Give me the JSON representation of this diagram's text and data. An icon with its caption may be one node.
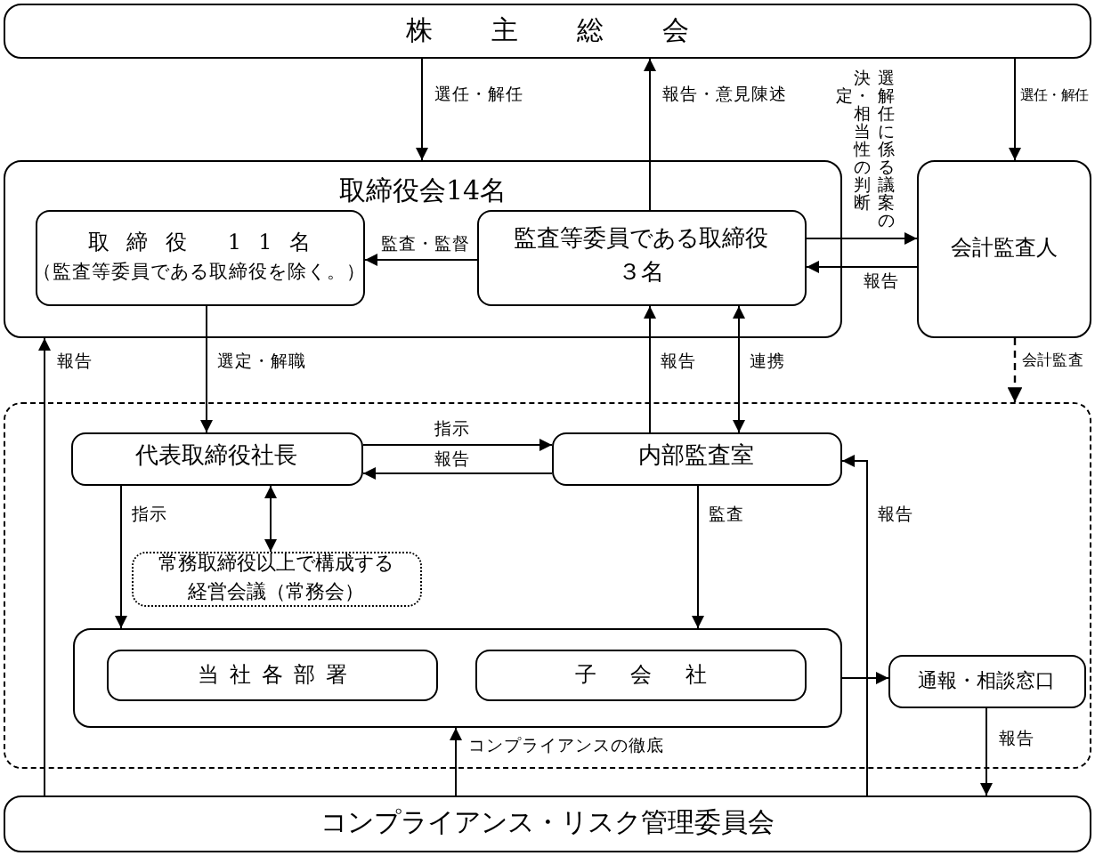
{
  "diagram": {
    "nodes": [
      {
        "text": [
          "株主総会"
        ]
      },
      {
        "text": [
          "取締役会14名"
        ]
      },
      {
        "text": [
          "取締役 11名",
          "（監査等委員である取締役を除く。）"
        ],
        "in": 1
      },
      {
        "text": [
          "監査等委員である取締役",
          "３名"
        ],
        "in": 1
      },
      {
        "text": [
          "会計監査人"
        ]
      },
      {
        "text": [],
        "shape": "box"
      },
      {
        "text": [
          "代表取締役社長"
        ],
        "in": 5
      },
      {
        "text": [
          "内部監査室"
        ],
        "in": 5
      },
      {
        "text": [
          "常務取締役以上で構成する経営会議（常務会）"
        ],
        "in": 5
      },
      {
        "text": [],
        "shape": "box",
        "in": 5
      },
      {
        "text": [
          "当社各部署"
        ],
        "in": 9
      },
      {
        "text": [
          "子会社"
        ],
        "in": 9
      },
      {
        "text": [
          "通報・相談窓口"
        ],
        "in": 5
      },
      {
        "text": [
          "コンプライアンス・リスク管理委員会"
        ]
      }
    ],
    "edges": [
      {
        "from": 0,
        "to": 1,
        "arrow": "to",
        "label": "選任・解任"
      },
      {
        "from": 3,
        "to": 0,
        "arrow": "to",
        "label": "報告・意見陳述"
      },
      {
        "from": 3,
        "to": 4,
        "arrow": "to",
        "label": "選解任に係る議案の決定・相当性の判断"
      },
      {
        "from": 4,
        "to": 3,
        "arrow": "to",
        "label": "報告"
      },
      {
        "from": 0,
        "to": 4,
        "arrow": "to",
        "label": "選任・解任"
      },
      {
        "from": 3,
        "to": 2,
        "arrow": "to",
        "label": "監査・監督"
      },
      {
        "from": 2,
        "to": 6,
        "arrow": "to",
        "label": "選定・解職"
      },
      {
        "from": 13,
        "to": 1,
        "arrow": "to",
        "label": "報告"
      },
      {
        "from": 7,
        "to": 3,
        "arrow": "to",
        "label": "報告"
      },
      {
        "from": 3,
        "to": 7,
        "arrow": "both",
        "label": "連携"
      },
      {
        "from": 4,
        "to": 5,
        "arrow": "to",
        "style": "dashed",
        "label": "会計監査"
      },
      {
        "from": 6,
        "to": 7,
        "arrow": "to",
        "label": "指示"
      },
      {
        "from": 7,
        "to": 6,
        "arrow": "to",
        "label": "報告"
      },
      {
        "from": 6,
        "to": 8,
        "arrow": "both"
      },
      {
        "from": 6,
        "to": 9,
        "arrow": "to",
        "label": "指示"
      },
      {
        "from": 7,
        "to": 9,
        "arrow": "to",
        "label": "監査"
      },
      {
        "from": 13,
        "to": 7,
        "arrow": "to",
        "label": "報告"
      },
      {
        "from": 9,
        "to": 12,
        "arrow": "to"
      },
      {
        "from": 12,
        "to": 13,
        "arrow": "to",
        "label": "報告"
      },
      {
        "from": 13,
        "to": 9,
        "arrow": "to",
        "label": "コンプライアンスの徹底"
      }
    ]
  }
}
